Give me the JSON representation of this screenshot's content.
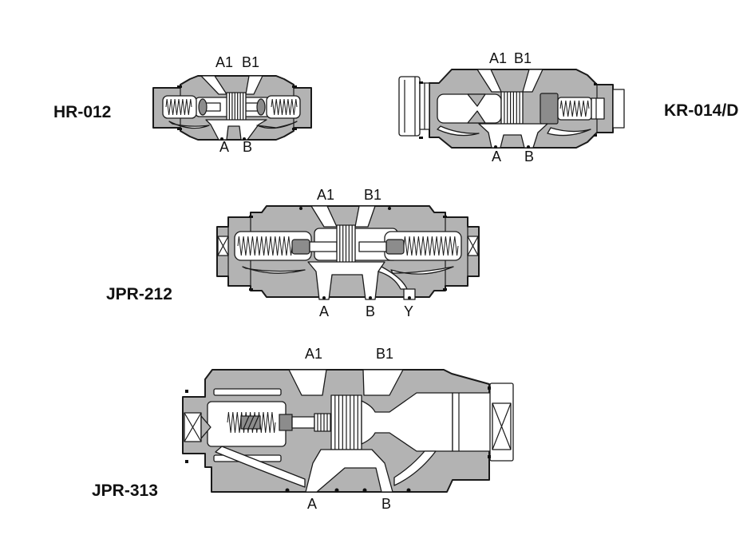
{
  "colors": {
    "body_gray": "#b3b3b3",
    "dark_gray": "#8c8c8c",
    "outline": "#1a1a1a",
    "background": "#ffffff",
    "label_color": "#111111"
  },
  "valves": {
    "hr012": {
      "name": "HR-012",
      "top_ports": [
        "A1",
        "B1"
      ],
      "bottom_ports": [
        "A",
        "B"
      ]
    },
    "kr014d": {
      "name": "KR-014/D",
      "top_ports": [
        "A1",
        "B1"
      ],
      "bottom_ports": [
        "A",
        "B"
      ]
    },
    "jpr212": {
      "name": "JPR-212",
      "top_ports": [
        "A1",
        "B1"
      ],
      "bottom_ports": [
        "A",
        "B",
        "Y"
      ]
    },
    "jpr313": {
      "name": "JPR-313",
      "top_ports": [
        "A1",
        "B1"
      ],
      "bottom_ports": [
        "A",
        "B"
      ]
    }
  }
}
